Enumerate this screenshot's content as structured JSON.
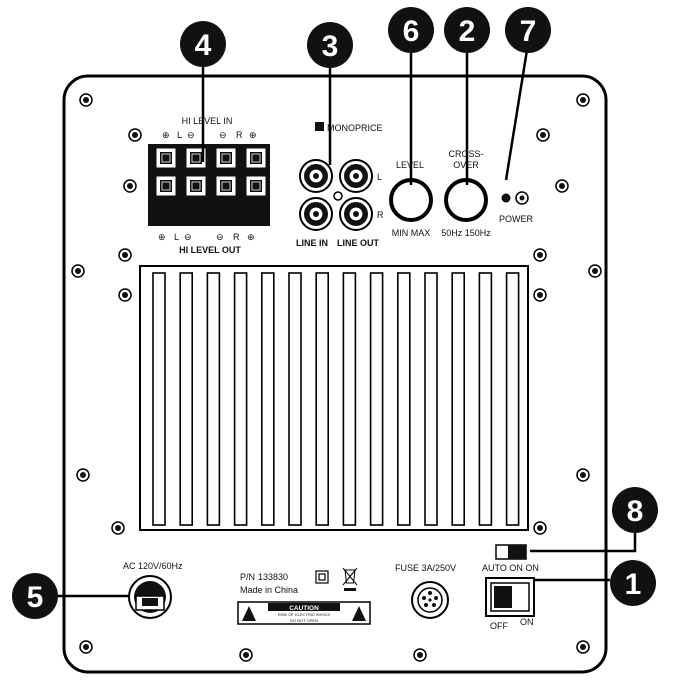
{
  "callouts": [
    "4",
    "3",
    "6",
    "2",
    "7",
    "8",
    "5",
    "1"
  ],
  "panel": {
    "hi_level_in": "HI LEVEL IN",
    "hi_level_out": "HI LEVEL OUT",
    "pol_plus": "⊕",
    "pol_minus": "⊖",
    "ch_left": "L",
    "ch_right": "R",
    "brand": "MONOPRICE",
    "line_in": "LINE IN",
    "line_out": "LINE OUT",
    "rca_l": "L",
    "rca_r": "R",
    "level": "LEVEL",
    "min_max": "MIN MAX",
    "crossover_1": "CROSS-",
    "crossover_2": "OVER",
    "freq_range": "50Hz 150Hz",
    "power": "POWER",
    "ac_rating": "AC 120V/60Hz",
    "pn_prefix": "P/N",
    "pn_number": "133830",
    "made_in": "Made in China",
    "fuse": "FUSE  3A/250V",
    "mode_labels": "AUTO ON  ON",
    "switch_off": "OFF",
    "switch_on": "ON",
    "caution_title": "CAUTION",
    "caution_line1": "RISK OF ELECTRIC SHOCK",
    "caution_line2": "DO NOT OPEN"
  }
}
